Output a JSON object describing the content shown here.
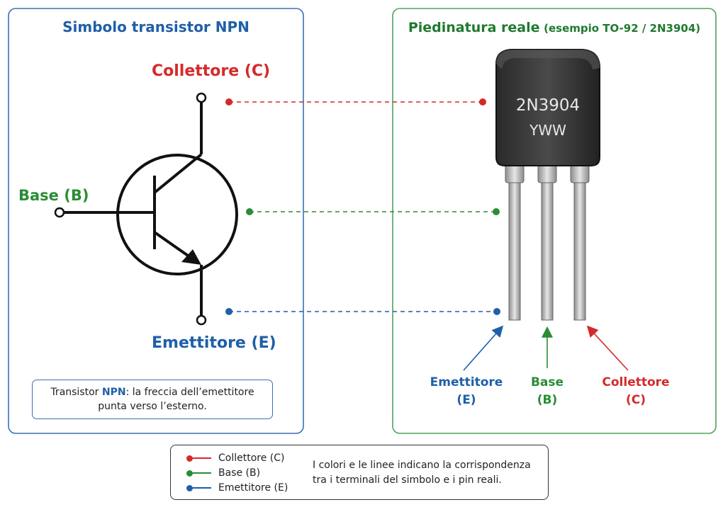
{
  "left_panel": {
    "title": "Simbolo transistor NPN",
    "label_collector": "Collettore (C)",
    "label_base": "Base (B)",
    "label_emitter": "Emettitore (E)",
    "note_prefix": "Transistor ",
    "note_highlight": "NPN",
    "note_suffix": ": la freccia dell’emettitore punta verso l’esterno."
  },
  "right_panel": {
    "title": "Piedinatura reale",
    "subtitle": "(esempio TO-92 / 2N3904)",
    "marking_top": "2N3904",
    "marking_bottom": "YWW",
    "pin_emitter_name": "Emettitore",
    "pin_emitter_letter": "(E)",
    "pin_base_name": "Base",
    "pin_base_letter": "(B)",
    "pin_collector_name": "Collettore",
    "pin_collector_letter": "(C)"
  },
  "legend": {
    "items": [
      {
        "label": "Collettore (C)",
        "color": "#d42a2a"
      },
      {
        "label": "Base (B)",
        "color": "#2a8c35"
      },
      {
        "label": "Emettitore (E)",
        "color": "#1f5fa8"
      }
    ],
    "text": "I colori e le linee indicano la corrispondenza tra i terminali del simbolo e i pin reali."
  },
  "colors": {
    "collector": "#d42a2a",
    "base": "#2a8c35",
    "emitter": "#1f5fa8",
    "left_border": "#3b6fb5",
    "right_border": "#4fa35a"
  }
}
